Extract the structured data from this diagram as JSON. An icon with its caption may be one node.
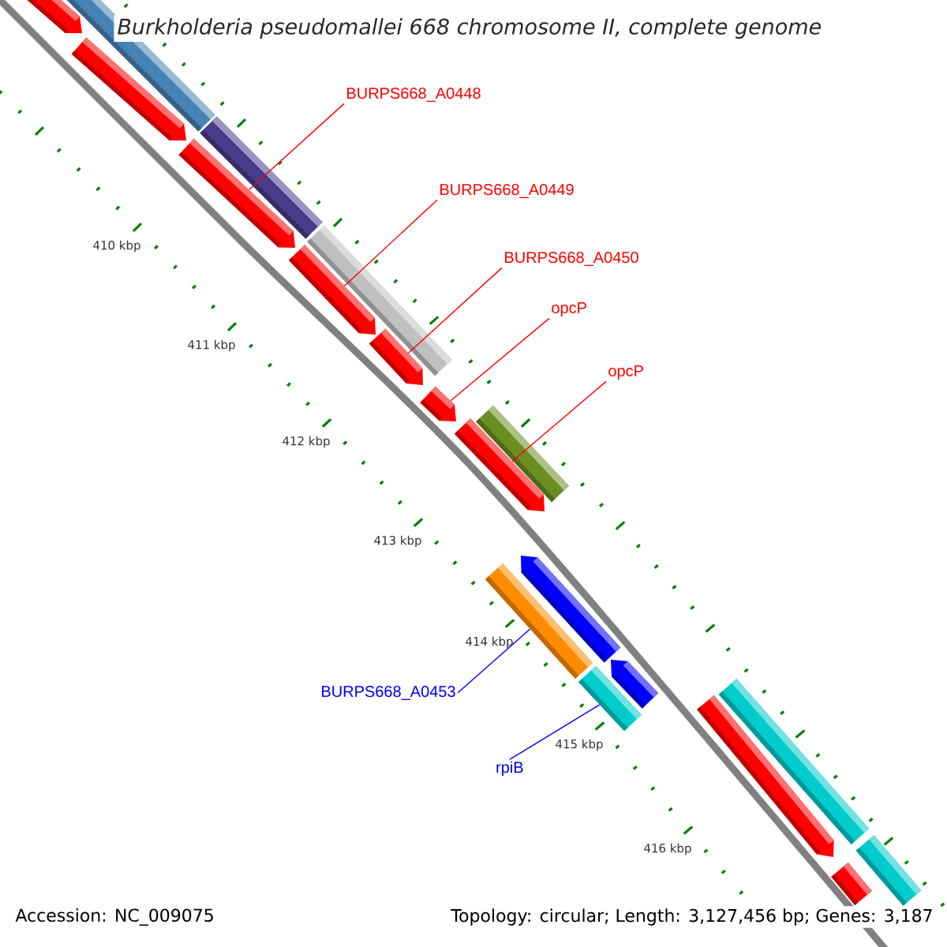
{
  "diagram": {
    "title": "Burkholderia pseudomallei 668 chromosome II, complete genome",
    "nodes": [
      {
        "text": [
          "BURPS668_A0448"
        ]
      },
      {
        "text": [
          "BURPS668_A0449"
        ]
      },
      {
        "text": [
          "BURPS668_A0450"
        ]
      },
      {
        "text": [
          "opcP"
        ]
      },
      {
        "text": [
          "opcP"
        ]
      },
      {
        "text": [
          "BURPS668_A0453"
        ]
      },
      {
        "text": [
          "rpiB"
        ]
      },
      {
        "text": [],
        "shape": "arrow"
      },
      {
        "text": [],
        "shape": "bar"
      },
      {
        "text": [],
        "shape": "arrow"
      },
      {
        "text": [],
        "shape": "bar"
      },
      {
        "text": [],
        "shape": "arrow"
      },
      {
        "text": [],
        "shape": "bar"
      },
      {
        "text": [],
        "shape": "arrow"
      },
      {
        "text": [],
        "shape": "arrow"
      },
      {
        "text": [],
        "shape": "arrow"
      },
      {
        "text": [],
        "shape": "bar"
      },
      {
        "text": [],
        "shape": "arrow"
      },
      {
        "text": [],
        "shape": "arrow"
      },
      {
        "text": [],
        "shape": "bar"
      },
      {
        "text": [],
        "shape": "arrow"
      },
      {
        "text": [],
        "shape": "bar"
      },
      {
        "text": [],
        "shape": "arrow"
      },
      {
        "text": [],
        "shape": "bar"
      },
      {
        "text": [],
        "shape": "bar"
      },
      {
        "text": [],
        "shape": "arrow"
      }
    ],
    "edges": [
      {
        "from": 0,
        "to": 11,
        "arrow": "none"
      },
      {
        "from": 1,
        "to": 13,
        "arrow": "none"
      },
      {
        "from": 2,
        "to": 14,
        "arrow": "none"
      },
      {
        "from": 3,
        "to": 15,
        "arrow": "none"
      },
      {
        "from": 4,
        "to": 17,
        "arrow": "none"
      },
      {
        "from": 5,
        "to": 19,
        "arrow": "none",
        "color": "#0000ff"
      },
      {
        "from": 6,
        "to": 21,
        "arrow": "none",
        "color": "#0000ff"
      }
    ],
    "labels": [
      "410 kbp",
      "411 kbp",
      "412 kbp",
      "413 kbp",
      "414 kbp",
      "415 kbp",
      "416 kbp",
      "Accession: NC_009075",
      "Topology: circular; Length: 3,127,456 bp; Genes: 3,187"
    ]
  }
}
